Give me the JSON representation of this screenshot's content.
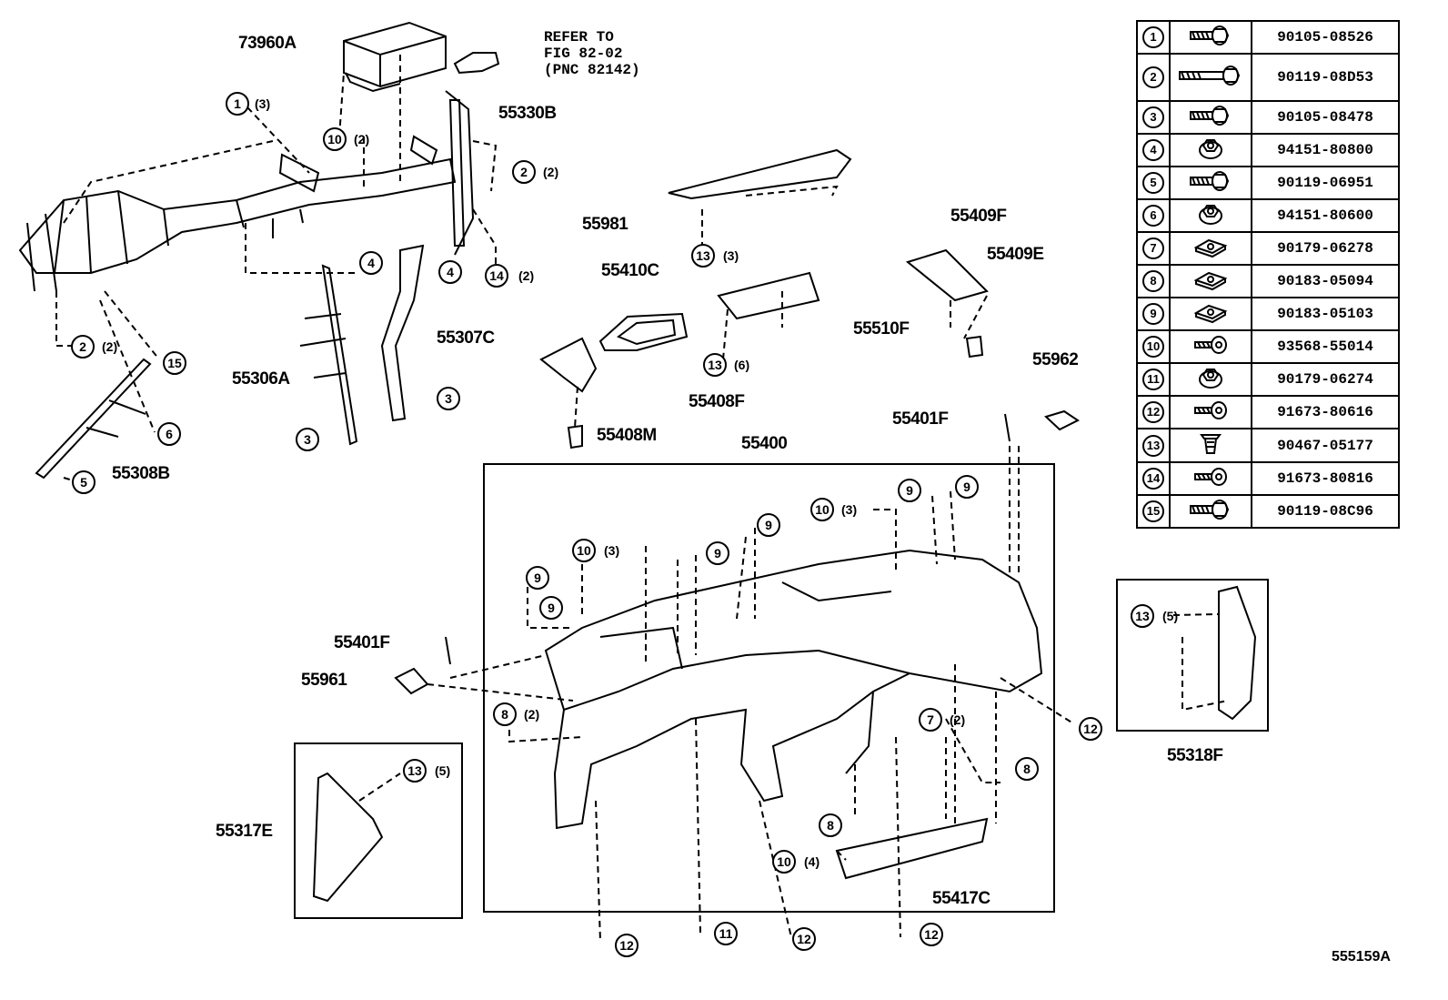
{
  "diagram_id": "555159A",
  "reference_note": "REFER TO\nFIG 82-02\n(PNC 82142)",
  "part_labels": {
    "p73960A": "73960A",
    "p55330B": "55330B",
    "p55981": "55981",
    "p55409F": "55409F",
    "p55409E": "55409E",
    "p55410C": "55410C",
    "p55510F": "55510F",
    "p55307C": "55307C",
    "p55306A": "55306A",
    "p55308B": "55308B",
    "p55408F": "55408F",
    "p55408M": "55408M",
    "p55962": "55962",
    "p55401F_top": "55401F",
    "p55400": "55400",
    "p55401F_left": "55401F",
    "p55961": "55961",
    "p55317E": "55317E",
    "p55417C": "55417C",
    "p55318F": "55318F"
  },
  "callouts": [
    {
      "num": "1",
      "qty": "(3)"
    },
    {
      "num": "10",
      "qty": "(2)"
    },
    {
      "num": "2",
      "qty": "(2)"
    },
    {
      "num": "4",
      "qty": ""
    },
    {
      "num": "4",
      "qty": ""
    },
    {
      "num": "14",
      "qty": "(2)"
    },
    {
      "num": "2",
      "qty": "(2)"
    },
    {
      "num": "15",
      "qty": ""
    },
    {
      "num": "6",
      "qty": ""
    },
    {
      "num": "5",
      "qty": ""
    },
    {
      "num": "3",
      "qty": ""
    },
    {
      "num": "3",
      "qty": ""
    },
    {
      "num": "13",
      "qty": "(3)"
    },
    {
      "num": "13",
      "qty": "(6)"
    },
    {
      "num": "10",
      "qty": "(3)"
    },
    {
      "num": "9",
      "qty": ""
    },
    {
      "num": "9",
      "qty": ""
    },
    {
      "num": "9",
      "qty": ""
    },
    {
      "num": "10",
      "qty": "(3)"
    },
    {
      "num": "9",
      "qty": ""
    },
    {
      "num": "9",
      "qty": ""
    },
    {
      "num": "9",
      "qty": ""
    },
    {
      "num": "8",
      "qty": "(2)"
    },
    {
      "num": "7",
      "qty": "(2)"
    },
    {
      "num": "8",
      "qty": ""
    },
    {
      "num": "12",
      "qty": ""
    },
    {
      "num": "8",
      "qty": ""
    },
    {
      "num": "10",
      "qty": "(4)"
    },
    {
      "num": "13",
      "qty": "(5)"
    },
    {
      "num": "13",
      "qty": "(5)"
    },
    {
      "num": "12",
      "qty": ""
    },
    {
      "num": "11",
      "qty": ""
    },
    {
      "num": "12",
      "qty": ""
    },
    {
      "num": "12",
      "qty": ""
    }
  ],
  "fastener_table": [
    {
      "num": "1",
      "icon": "bolt-washer-icon",
      "part": "90105-08526"
    },
    {
      "num": "2",
      "icon": "long-bolt-icon",
      "part": "90119-08D53"
    },
    {
      "num": "3",
      "icon": "bolt-washer-icon",
      "part": "90105-08478"
    },
    {
      "num": "4",
      "icon": "flange-nut-icon",
      "part": "94151-80800"
    },
    {
      "num": "5",
      "icon": "bolt-washer-icon",
      "part": "90119-06951"
    },
    {
      "num": "6",
      "icon": "flange-nut-icon",
      "part": "94151-80600"
    },
    {
      "num": "7",
      "icon": "clip-nut-icon",
      "part": "90179-06278"
    },
    {
      "num": "8",
      "icon": "clip-nut-icon",
      "part": "90183-05094"
    },
    {
      "num": "9",
      "icon": "clip-nut-icon",
      "part": "90183-05103"
    },
    {
      "num": "10",
      "icon": "screw-washer-icon",
      "part": "93568-55014"
    },
    {
      "num": "11",
      "icon": "flange-nut-icon",
      "part": "90179-06274"
    },
    {
      "num": "12",
      "icon": "screw-washer-icon",
      "part": "91673-80616"
    },
    {
      "num": "13",
      "icon": "push-clip-icon",
      "part": "90467-05177"
    },
    {
      "num": "14",
      "icon": "screw-washer-icon",
      "part": "91673-80816"
    },
    {
      "num": "15",
      "icon": "bolt-washer-icon",
      "part": "90119-08C96"
    }
  ]
}
